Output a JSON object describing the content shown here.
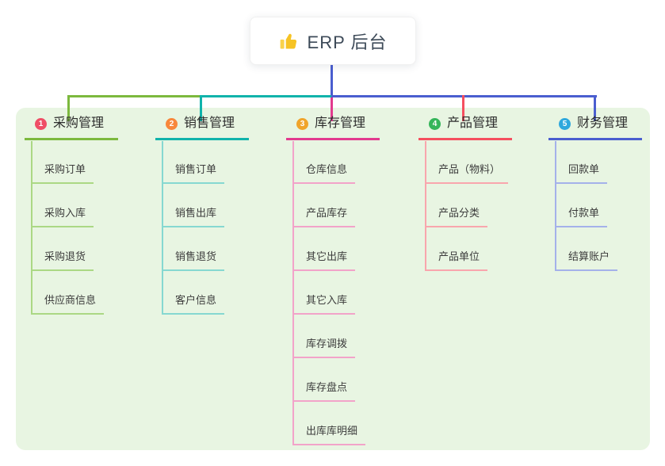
{
  "root": {
    "title": "ERP 后台",
    "icon": "thumbs-up-icon",
    "icon_color": "#f6c324"
  },
  "panel_color": "#e8f5e2",
  "branches": [
    {
      "badge": "1",
      "label": "采购管理",
      "color": "#7cb93e",
      "light_color": "#abd884",
      "badge_color": "#ef4e66",
      "children": [
        "采购订单",
        "采购入库",
        "采购退货",
        "供应商信息"
      ]
    },
    {
      "badge": "2",
      "label": "销售管理",
      "color": "#10b3ab",
      "light_color": "#86d8d1",
      "badge_color": "#f8873b",
      "children": [
        "销售订单",
        "销售出库",
        "销售退货",
        "客户信息"
      ]
    },
    {
      "badge": "3",
      "label": "库存管理",
      "color": "#e23a8e",
      "light_color": "#f2a3c9",
      "badge_color": "#f0a42b",
      "children": [
        "仓库信息",
        "产品库存",
        "其它出库",
        "其它入库",
        "库存调拨",
        "库存盘点",
        "出库库明细"
      ]
    },
    {
      "badge": "4",
      "label": "产品管理",
      "color": "#f54f5f",
      "light_color": "#f9a6ad",
      "badge_color": "#35b55a",
      "children": [
        "产品（物料）",
        "产品分类",
        "产品单位"
      ]
    },
    {
      "badge": "5",
      "label": "财务管理",
      "color": "#4a5ecf",
      "light_color": "#a4b1ea",
      "badge_color": "#2fa8dd",
      "children": [
        "回款单",
        "付款单",
        "结算账户"
      ]
    }
  ]
}
